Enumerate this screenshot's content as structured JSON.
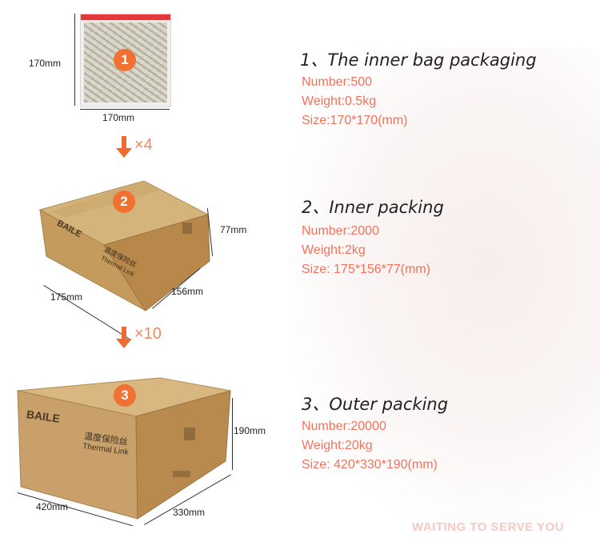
{
  "stages": [
    {
      "badge": "1",
      "title": "1、The inner bag packaging",
      "number": "Number:500",
      "weight": "Weight:0.5kg",
      "size": "Size:170*170(mm)",
      "dims": {
        "height": "170mm",
        "width": "170mm"
      }
    },
    {
      "badge": "2",
      "title": "2、Inner packing",
      "number": "Number:2000",
      "weight": "Weight:2kg",
      "size": "Size: 175*156*77(mm)",
      "dims": {
        "length": "175mm",
        "width": "156mm",
        "height": "77mm"
      },
      "box_text": {
        "brand": "BAILE",
        "product_cn": "温度保险丝",
        "product_en": "Thermal Link"
      }
    },
    {
      "badge": "3",
      "title": "3、Outer packing",
      "number": "Number:20000",
      "weight": "Weight:20kg",
      "size": "Size: 420*330*190(mm)",
      "dims": {
        "length": "420mm",
        "width": "330mm",
        "height": "190mm"
      },
      "box_text": {
        "brand": "BAILE",
        "product_cn": "温度保险丝",
        "product_en": "Thermal Link"
      }
    }
  ],
  "multipliers": [
    "×4",
    "×10"
  ],
  "footer": "WAITING TO SERVE YOU",
  "colors": {
    "accent": "#f07132",
    "spec_text": "#f0735d",
    "cardboard": "#c9a46a"
  },
  "icons": [
    "arrow-down-icon"
  ]
}
